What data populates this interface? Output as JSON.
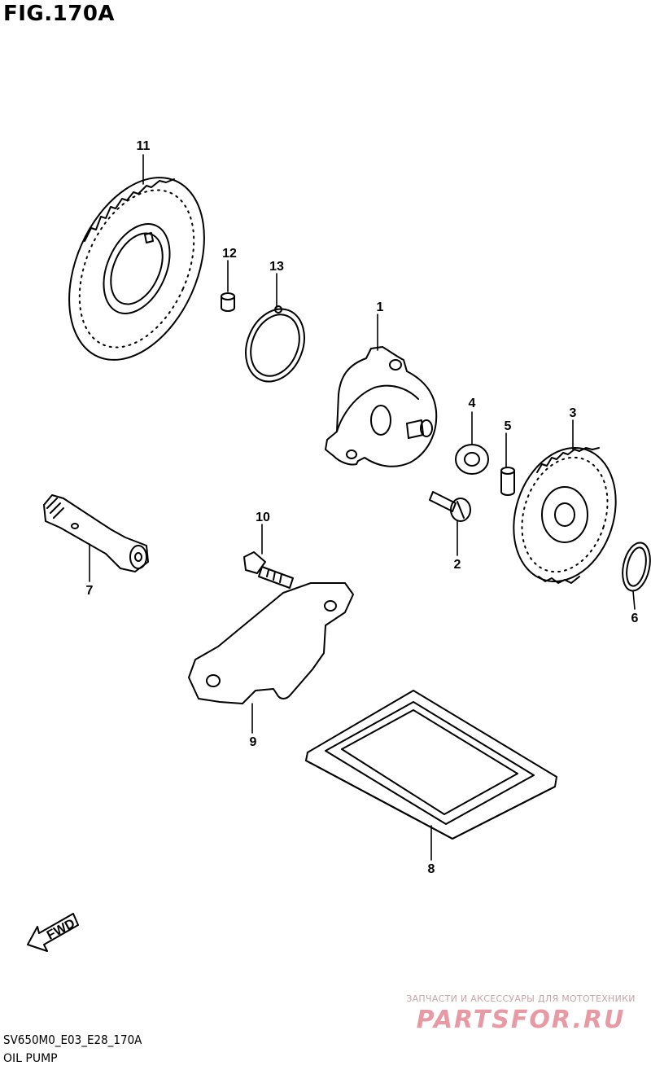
{
  "figure": {
    "title": "FIG.170A",
    "code": "SV650M0_E03_E28_170A",
    "caption": "OIL PUMP"
  },
  "callouts": [
    "1",
    "2",
    "3",
    "4",
    "5",
    "6",
    "7",
    "8",
    "9",
    "10",
    "11",
    "12",
    "13"
  ],
  "fwd_label": "FWD",
  "watermark": {
    "tagline": "ЗАПЧАСТИ И АКСЕССУАРЫ ДЛЯ МОТОТЕХНИКИ",
    "brand": "PARTSFOR.RU"
  }
}
